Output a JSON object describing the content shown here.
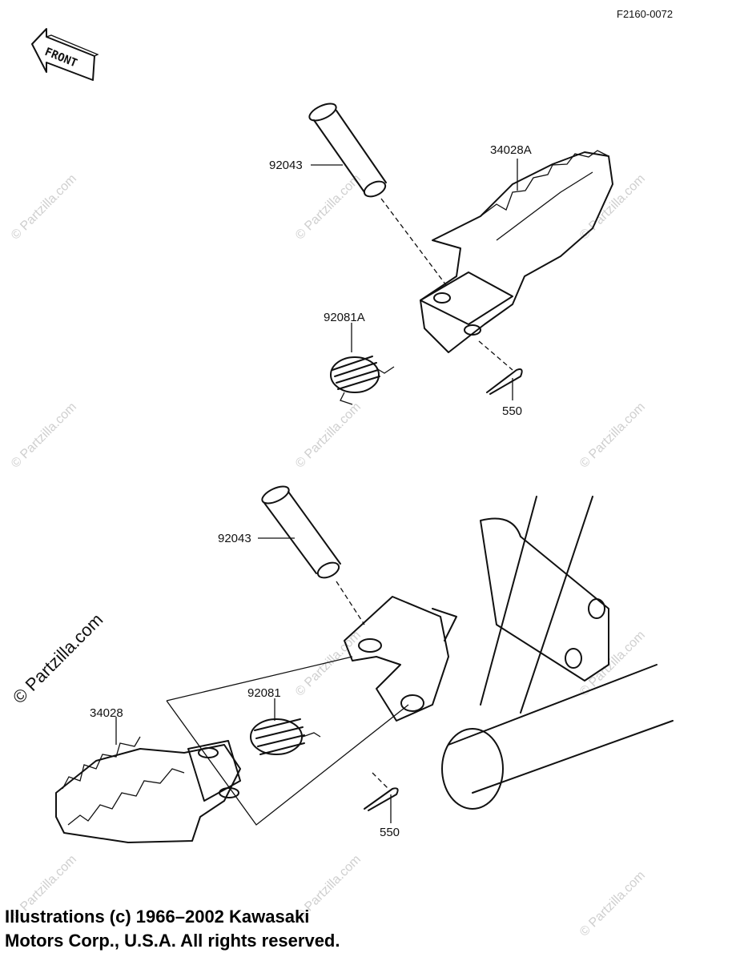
{
  "figure_code": "F2160-0072",
  "front_label": "FRONT",
  "parts": {
    "upper_pin": "92043",
    "upper_footpeg": "34028A",
    "upper_spring": "92081A",
    "upper_cotter": "550",
    "lower_pin": "92043",
    "lower_footpeg": "34028",
    "lower_spring": "92081",
    "lower_cotter": "550"
  },
  "watermark": "© Partzilla.com",
  "copyright": {
    "line1": "Illustrations (c) 1966–2002 Kawasaki",
    "line2": "Motors Corp., U.S.A.  All rights reserved."
  }
}
